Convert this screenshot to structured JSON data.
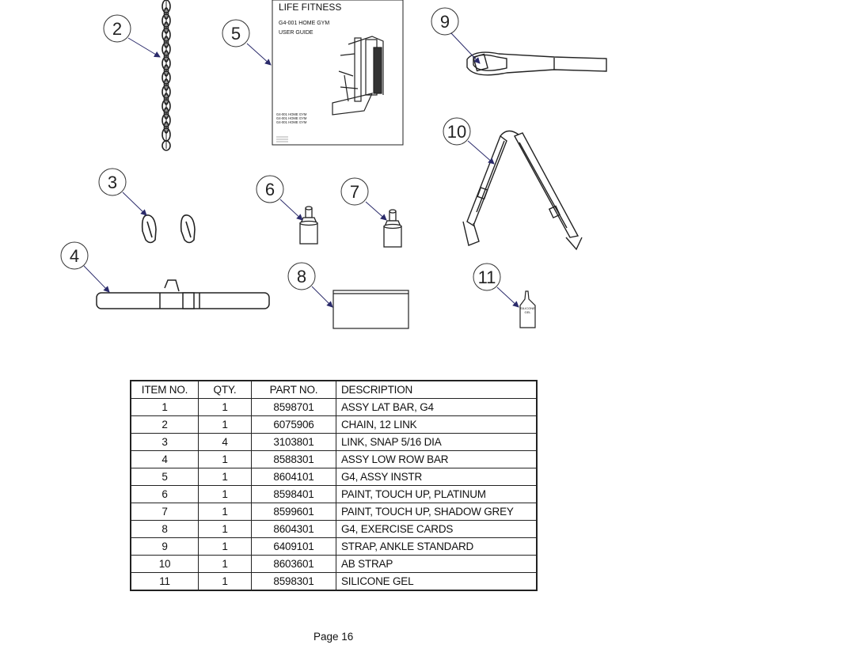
{
  "manual": {
    "brand": "LIFE FITNESS",
    "model": "G4-001 HOME GYM",
    "subtitle": "USER GUIDE",
    "models": [
      "G4-001 HOME GYM",
      "G4-001 HOME GYM",
      "G4-001 HOME GYM"
    ]
  },
  "silicone_label": [
    "SILICONE",
    "GEL"
  ],
  "callouts": [
    "2",
    "5",
    "9",
    "10",
    "3",
    "6",
    "7",
    "4",
    "8",
    "11"
  ],
  "table": {
    "headers": [
      "ITEM NO.",
      "QTY.",
      "PART NO.",
      "DESCRIPTION"
    ],
    "rows": [
      [
        "1",
        "1",
        "8598701",
        "ASSY LAT BAR, G4"
      ],
      [
        "2",
        "1",
        "6075906",
        "CHAIN, 12 LINK"
      ],
      [
        "3",
        "4",
        "3103801",
        "LINK, SNAP 5/16 DIA"
      ],
      [
        "4",
        "1",
        "8588301",
        "ASSY LOW ROW BAR"
      ],
      [
        "5",
        "1",
        "8604101",
        "G4, ASSY INSTR"
      ],
      [
        "6",
        "1",
        "8598401",
        "PAINT, TOUCH UP, PLATINUM"
      ],
      [
        "7",
        "1",
        "8599601",
        "PAINT, TOUCH UP, SHADOW GREY"
      ],
      [
        "8",
        "1",
        "8604301",
        "G4, EXERCISE CARDS"
      ],
      [
        "9",
        "1",
        "6409101",
        "STRAP, ANKLE STANDARD"
      ],
      [
        "10",
        "1",
        "8603601",
        "AB STRAP"
      ],
      [
        "11",
        "1",
        "8598301",
        "SILICONE GEL"
      ]
    ]
  },
  "footer": {
    "page": "Page 16"
  }
}
